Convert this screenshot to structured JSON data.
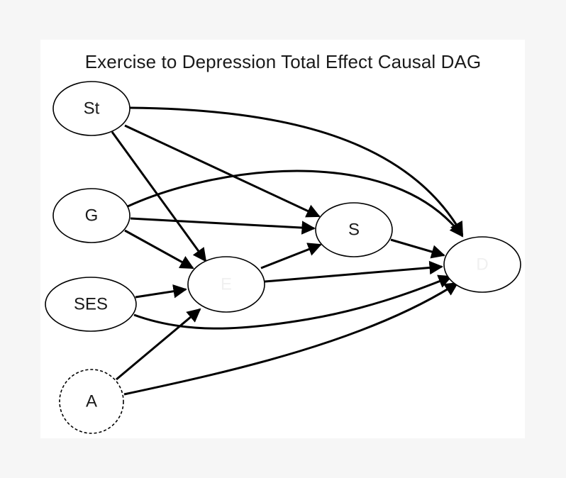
{
  "diagram": {
    "title": "Exercise to Depression Total Effect Causal DAG",
    "colors": {
      "background": "#f6f6f6",
      "panel": "#ffffff",
      "stroke": "#000000",
      "text": "#1a1a1a",
      "faint_text": "#f0f0f0"
    },
    "nodes": [
      {
        "id": "St",
        "label": "St",
        "style": "solid"
      },
      {
        "id": "G",
        "label": "G",
        "style": "solid"
      },
      {
        "id": "SES",
        "label": "SES",
        "style": "solid"
      },
      {
        "id": "A",
        "label": "A",
        "style": "dashed"
      },
      {
        "id": "E",
        "label": "E",
        "style": "solid"
      },
      {
        "id": "S",
        "label": "S",
        "style": "solid"
      },
      {
        "id": "D",
        "label": "D",
        "style": "solid"
      }
    ],
    "edges": [
      {
        "from": "St",
        "to": "D"
      },
      {
        "from": "St",
        "to": "S"
      },
      {
        "from": "St",
        "to": "E"
      },
      {
        "from": "G",
        "to": "D"
      },
      {
        "from": "G",
        "to": "S"
      },
      {
        "from": "G",
        "to": "E"
      },
      {
        "from": "SES",
        "to": "E"
      },
      {
        "from": "SES",
        "to": "D"
      },
      {
        "from": "A",
        "to": "E"
      },
      {
        "from": "A",
        "to": "D"
      },
      {
        "from": "E",
        "to": "S"
      },
      {
        "from": "E",
        "to": "D"
      },
      {
        "from": "S",
        "to": "D"
      }
    ]
  }
}
